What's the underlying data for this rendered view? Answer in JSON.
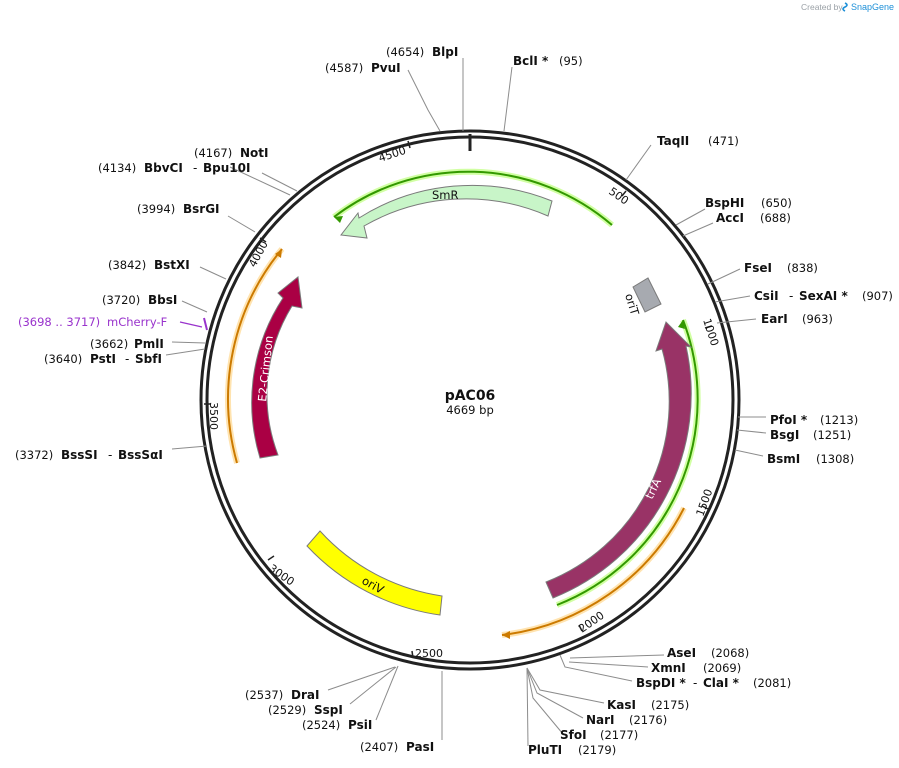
{
  "header": {
    "credit_text": "Created by",
    "credit_brand": "SnapGene"
  },
  "plasmid": {
    "name": "pAC06",
    "length_label": "4669 bp",
    "length": 4669
  },
  "ticks": [
    "500",
    "1000",
    "1500",
    "2000",
    "2500",
    "3000",
    "3500",
    "4000",
    "4500"
  ],
  "features": {
    "smr": "SmR",
    "oriT": "oriT",
    "trfA": "trfA",
    "oriV": "oriV",
    "crimson": "E2-Crimson"
  },
  "sites": {
    "blpi": {
      "name": "BlpI",
      "pos": "(4654)"
    },
    "pvui": {
      "name": "PvuI",
      "pos": "(4587)"
    },
    "bcli": {
      "name": "BclI *",
      "pos": "(95)"
    },
    "taqii": {
      "name": "TaqII",
      "pos": "(471)"
    },
    "bsphi": {
      "name": "BspHI",
      "pos": "(650)"
    },
    "acci": {
      "name": "AccI",
      "pos": "(688)"
    },
    "fsei": {
      "name": "FseI",
      "pos": "(838)"
    },
    "csii": {
      "name": "CsiI",
      "name2": "SexAI *",
      "pos": "(907)"
    },
    "eari": {
      "name": "EarI",
      "pos": "(963)"
    },
    "pfoi": {
      "name": "PfoI *",
      "pos": "(1213)"
    },
    "bsgi": {
      "name": "BsgI",
      "pos": "(1251)"
    },
    "bsmi": {
      "name": "BsmI",
      "pos": "(1308)"
    },
    "asei": {
      "name": "AseI",
      "pos": "(2068)"
    },
    "xmni": {
      "name": "XmnI",
      "pos": "(2069)"
    },
    "bspdi": {
      "name": "BspDI *",
      "name2": "ClaI *",
      "pos": "(2081)"
    },
    "kasi": {
      "name": "KasI",
      "pos": "(2175)"
    },
    "nari": {
      "name": "NarI",
      "pos": "(2176)"
    },
    "sfoi": {
      "name": "SfoI",
      "pos": "(2177)"
    },
    "pluti": {
      "name": "PluTI",
      "pos": "(2179)"
    },
    "pasi": {
      "name": "PasI",
      "pos": "(2407)"
    },
    "psii": {
      "name": "PsiI",
      "pos": "(2524)"
    },
    "sspi": {
      "name": "SspI",
      "pos": "(2529)"
    },
    "drai": {
      "name": "DraI",
      "pos": "(2537)"
    },
    "bsssi": {
      "name": "BssSI",
      "name2": "BssSαI",
      "pos": "(3372)"
    },
    "psti": {
      "name": "PstI",
      "name2": "SbfI",
      "pos": "(3640)"
    },
    "pmli": {
      "name": "PmlI",
      "pos": "(3662)"
    },
    "mcherry": {
      "name": "mCherry-F",
      "pos": "(3698 .. 3717)"
    },
    "bbsi": {
      "name": "BbsI",
      "pos": "(3720)"
    },
    "bstxi": {
      "name": "BstXI",
      "pos": "(3842)"
    },
    "bsrgi": {
      "name": "BsrGI",
      "pos": "(3994)"
    },
    "bbvci": {
      "name": "BbvCI",
      "name2": "Bpu10I",
      "pos": "(4134)"
    },
    "noti": {
      "name": "NotI",
      "pos": "(4167)"
    }
  },
  "colors": {
    "backbone": "#222222",
    "smr_fill": "#c8f5c8",
    "orit_fill": "#a7aab0",
    "trfa_fill": "#993366",
    "oriv_fill": "#ffff00",
    "crimson_fill": "#aa0044",
    "orf_green": "#339900",
    "orf_orange": "#cc7a00",
    "primer": "#9933cc"
  }
}
